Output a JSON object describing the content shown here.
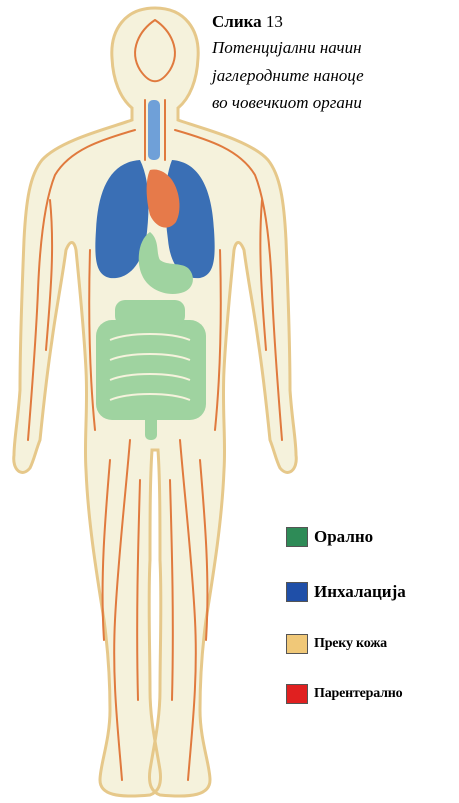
{
  "caption": {
    "label": "Слика",
    "number": "13",
    "lines": [
      "Потенцијални начин",
      "јаглеродните наноце",
      "во човечкиот органи"
    ]
  },
  "legend": [
    {
      "label": "Орално",
      "color": "#2e8b57"
    },
    {
      "label": "Инхалација",
      "color": "#1f4fa8"
    },
    {
      "label": "Преку кожа",
      "color": "#f0c878"
    },
    {
      "label": "Парентерално",
      "color": "#e02020"
    }
  ],
  "colors": {
    "body_fill": "#f5f2dc",
    "body_outline": "#e6c88a",
    "vessels": "#e07a3e",
    "lungs": "#3a6fb5",
    "heart": "#e67a4a",
    "digestive": "#9fd3a0",
    "trachea": "#6fa0d8"
  }
}
